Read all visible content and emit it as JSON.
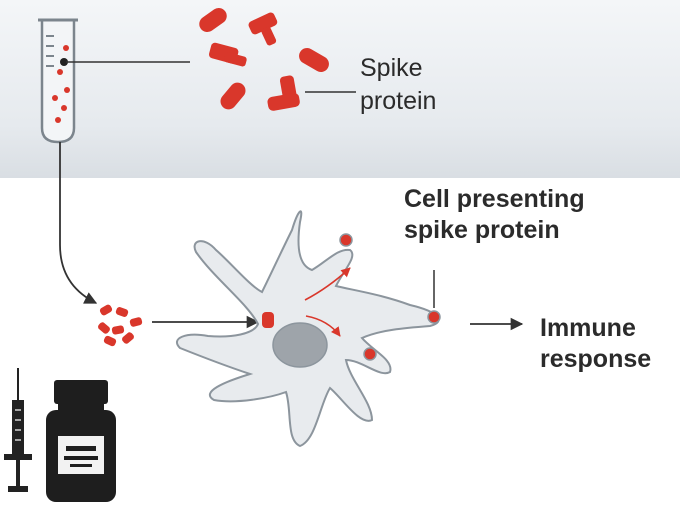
{
  "labels": {
    "spike_protein": [
      "Spike",
      "protein"
    ],
    "cell_presenting": [
      "Cell presenting",
      "spike protein"
    ],
    "immune_response": [
      "Immune",
      "response"
    ]
  },
  "icons": [
    "test-tube-icon",
    "spike-protein-icon",
    "dendritic-cell-icon",
    "syringe-icon",
    "vaccine-vial-icon"
  ],
  "colors": {
    "spike_red": "#d9372b",
    "cell_fill": "#e8ebee",
    "cell_stroke": "#8c959d",
    "nucleus": "#9ea4aa",
    "arrow": "#333333",
    "band": "#e4e8ec"
  }
}
